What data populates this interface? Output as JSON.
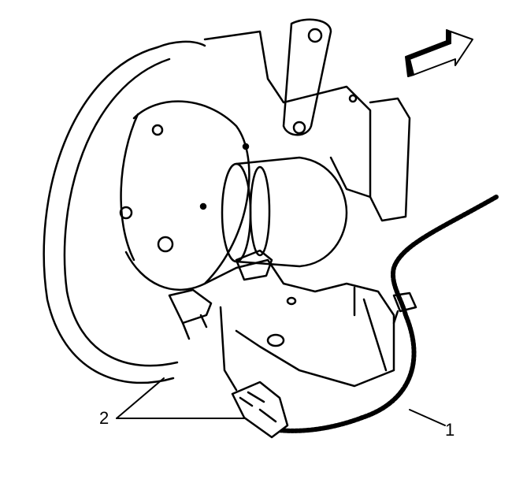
{
  "diagram": {
    "subject": "Front wheel hub, brake rotor and caliper assembly with wheel speed sensor harness",
    "callouts": [
      {
        "id": "1",
        "label": "1",
        "target": "wheel speed sensor wire harness (conduit)"
      },
      {
        "id": "2",
        "label": "2",
        "target": "harness connector / mounting clips"
      }
    ],
    "direction_arrow": "front-of-vehicle-arrow",
    "colors": {
      "line": "#000000",
      "background": "#ffffff"
    }
  }
}
